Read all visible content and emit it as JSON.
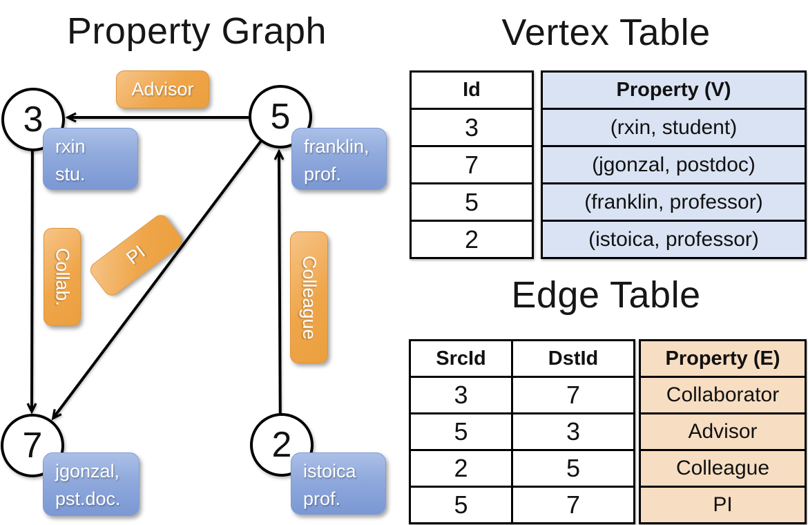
{
  "slide": {
    "graph_title": "Property Graph",
    "vertex_table_title": "Vertex Table",
    "edge_table_title": "Edge Table"
  },
  "graph": {
    "nodes": {
      "n3": {
        "id": "3",
        "prop_line1": "rxin",
        "prop_line2": "stu."
      },
      "n5": {
        "id": "5",
        "prop_line1": "franklin,",
        "prop_line2": "prof."
      },
      "n7": {
        "id": "7",
        "prop_line1": "jgonzal,",
        "prop_line2": "pst.doc."
      },
      "n2": {
        "id": "2",
        "prop_line1": "istoica",
        "prop_line2": "prof."
      }
    },
    "edge_labels": {
      "advisor": "Advisor",
      "collab": "Collab.",
      "pi": "PI",
      "colleague": "Colleague"
    },
    "edges": [
      {
        "src": "5",
        "dst": "3",
        "label": "Advisor"
      },
      {
        "src": "3",
        "dst": "7",
        "label": "Collab."
      },
      {
        "src": "5",
        "dst": "7",
        "label": "PI"
      },
      {
        "src": "2",
        "dst": "5",
        "label": "Colleague"
      }
    ]
  },
  "vertex_table": {
    "columns": {
      "id": "Id",
      "property": "Property (V)"
    },
    "rows": [
      {
        "id": "3",
        "property": "(rxin, student)"
      },
      {
        "id": "7",
        "property": "(jgonzal, postdoc)"
      },
      {
        "id": "5",
        "property": "(franklin, professor)"
      },
      {
        "id": "2",
        "property": "(istoica, professor)"
      }
    ]
  },
  "edge_table": {
    "columns": {
      "src": "SrcId",
      "dst": "DstId",
      "property": "Property (E)"
    },
    "rows": [
      {
        "src": "3",
        "dst": "7",
        "property": "Collaborator"
      },
      {
        "src": "5",
        "dst": "3",
        "property": "Advisor"
      },
      {
        "src": "2",
        "dst": "5",
        "property": "Colleague"
      },
      {
        "src": "5",
        "dst": "7",
        "property": "PI"
      }
    ]
  },
  "colors": {
    "edge_label_orange": "#EDA13F",
    "vertex_label_blue": "#7B98D4",
    "vertex_table_fill": "#DAE3F3",
    "edge_table_fill": "#F7DDC1",
    "line_black": "#000000"
  }
}
